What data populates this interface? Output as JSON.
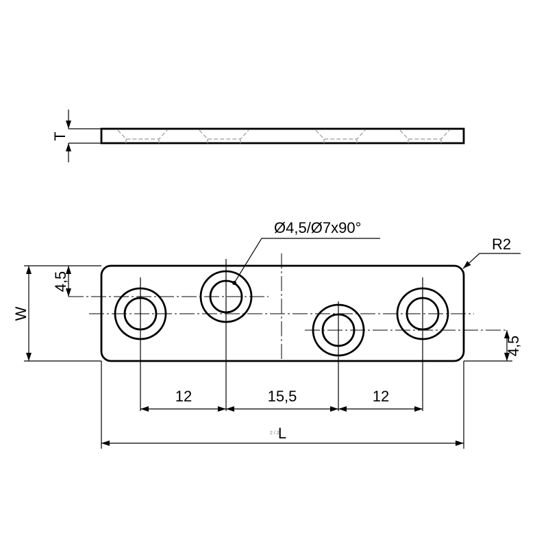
{
  "drawing": {
    "dimensions": {
      "thickness": "T",
      "width": "W",
      "length": "L",
      "edge_offset_left": "4,5",
      "edge_offset_right": "4,5",
      "spacing_1": "12",
      "spacing_2": "15,5",
      "spacing_3": "12"
    },
    "hole_callout": "Ø4,5/Ø7x90°",
    "corner_radius": "R2",
    "page_number": "2 / 2"
  }
}
